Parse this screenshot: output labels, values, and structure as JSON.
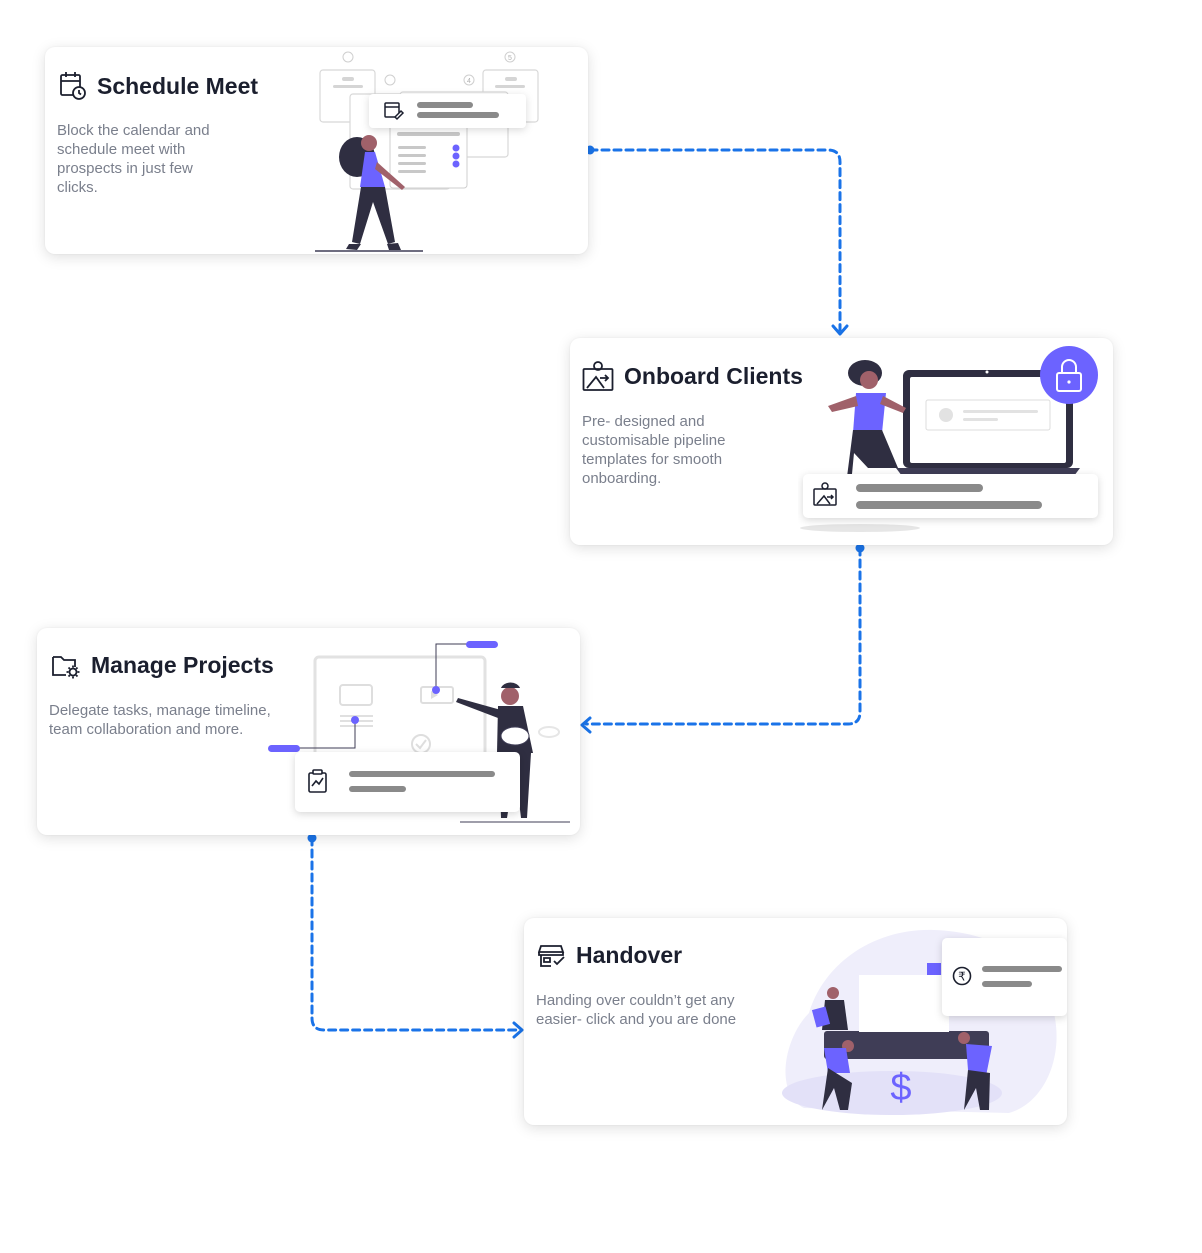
{
  "steps": [
    {
      "title": "Schedule Meet",
      "description": "Block the calendar and schedule meet with prospects in just few clicks.",
      "icon": "calendar-clock-icon"
    },
    {
      "title": "Onboard Clients",
      "description": "Pre- designed and customisable pipeline templates for smooth onboarding.",
      "icon": "client-onboard-icon"
    },
    {
      "title": "Manage Projects",
      "description": "Delegate tasks, manage timeline, team collaboration and more.",
      "icon": "folder-gear-icon"
    },
    {
      "title": "Handover",
      "description": "Handing over couldn’t get any easier- click and you are done",
      "icon": "handover-store-icon"
    }
  ],
  "illustration_text": {
    "step_numbers": [
      "5",
      "4"
    ],
    "currency_symbol": "$",
    "rupee_symbol": "₹"
  },
  "colors": {
    "accent_purple": "#6c63ff",
    "connector_blue": "#1a73e8",
    "title_dark": "#1b1f2e",
    "desc_gray": "#7a7f8c",
    "dark_figure": "#2f2e41"
  }
}
